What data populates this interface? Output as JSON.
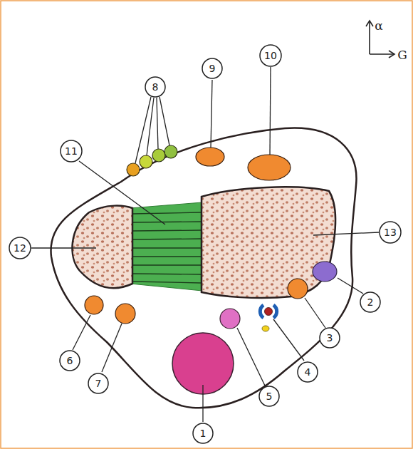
{
  "diagram": {
    "labels": [
      "1",
      "2",
      "3",
      "4",
      "5",
      "6",
      "7",
      "8",
      "9",
      "10",
      "11",
      "12",
      "13",
      "α",
      "G"
    ]
  }
}
